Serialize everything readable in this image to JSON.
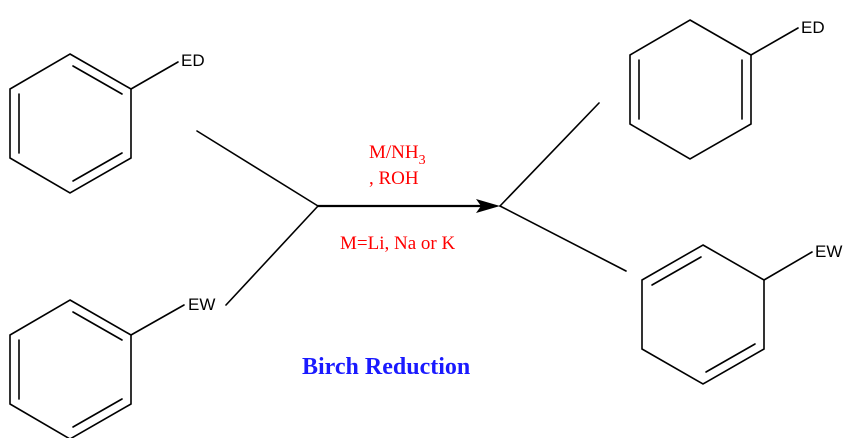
{
  "substituents": {
    "ed_reactant": "ED",
    "ew_reactant": "EW",
    "ed_product": "ED",
    "ew_product": "EW"
  },
  "conditions": {
    "line1_main": "M/NH",
    "line1_sub": "3",
    "line2": ", ROH",
    "line3": "M=Li, Na or K"
  },
  "title": "Birch Reduction",
  "colors": {
    "structure": "#000000",
    "conditions": "#ff0000",
    "title": "#1a1aff"
  },
  "icons": {
    "reaction_arrow": "right-arrow-icon"
  }
}
